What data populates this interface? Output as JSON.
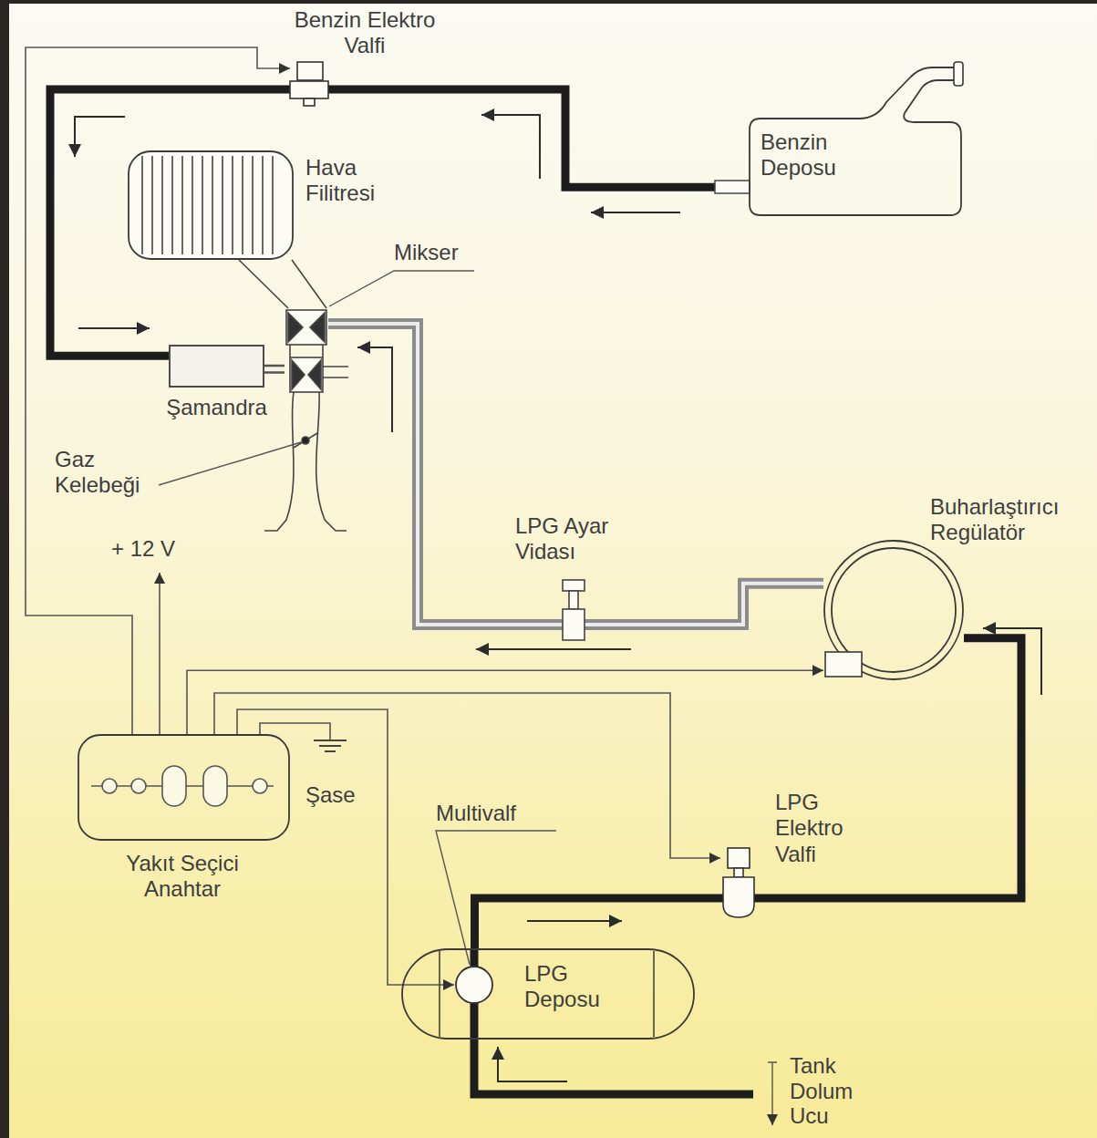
{
  "diagram": {
    "nodes": [
      {
        "text": [
          "Benzin Deposu"
        ]
      },
      {
        "text": [
          "Hava Filitresi"
        ]
      },
      {
        "text": [
          "Mikser"
        ]
      },
      {
        "text": [
          "Şamandra"
        ]
      },
      {
        "text": [
          "Buharlaştırıcı Regülatör"
        ]
      },
      {
        "text": [
          "Yakıt Seçici Anahtar"
        ]
      },
      {
        "text": [
          "LPG Deposu"
        ]
      }
    ],
    "edges": [
      {
        "from": 0,
        "to": 3,
        "arrow": "none"
      },
      {
        "from": 3,
        "to": 2,
        "arrow": "none"
      },
      {
        "from": 6,
        "to": 4,
        "arrow": "none"
      },
      {
        "from": 4,
        "to": 2,
        "arrow": "none"
      },
      {
        "from": 5,
        "to": 4,
        "arrow": "to"
      }
    ],
    "labels": [
      "Benzin Elektro Valfi",
      "Gaz Kelebeği",
      "LPG Ayar Vidası",
      "+ 12 V",
      "Şase",
      "Multivalf",
      "LPG Elektro Valfi",
      "Tank Dolum Ucu"
    ]
  }
}
